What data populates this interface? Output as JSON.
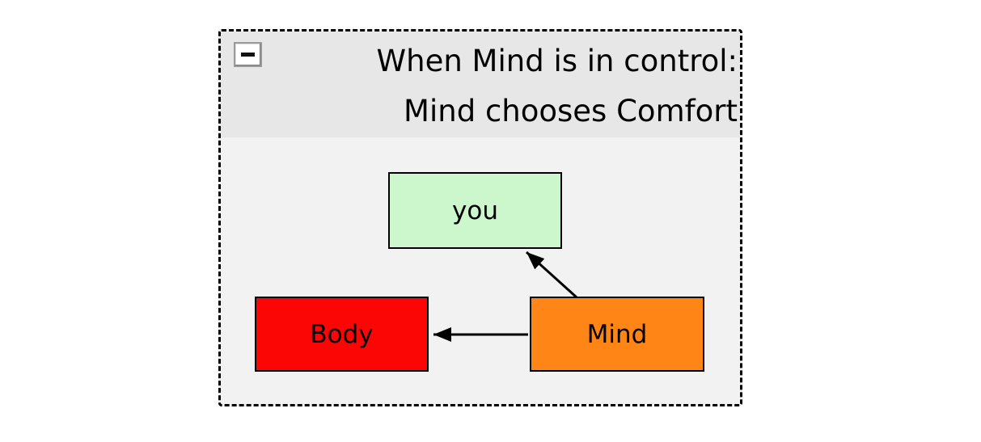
{
  "group": {
    "title_lines": {
      "line1": "When Mind is in control:",
      "line2": "Mind chooses Comfort"
    },
    "collapse_icon": "minus",
    "header_bg": "#e7e7e7",
    "body_bg": "#f2f2f2",
    "border_color": "#000000"
  },
  "nodes": {
    "you": {
      "label": "you",
      "fill": "#ccf6cc",
      "border": "#000000"
    },
    "body": {
      "label": "Body",
      "fill": "#fb0505",
      "border": "#000000"
    },
    "mind": {
      "label": "Mind",
      "fill": "#ff8516",
      "border": "#000000"
    }
  },
  "edges": [
    {
      "from": "Mind",
      "to": "you"
    },
    {
      "from": "Mind",
      "to": "Body"
    }
  ]
}
